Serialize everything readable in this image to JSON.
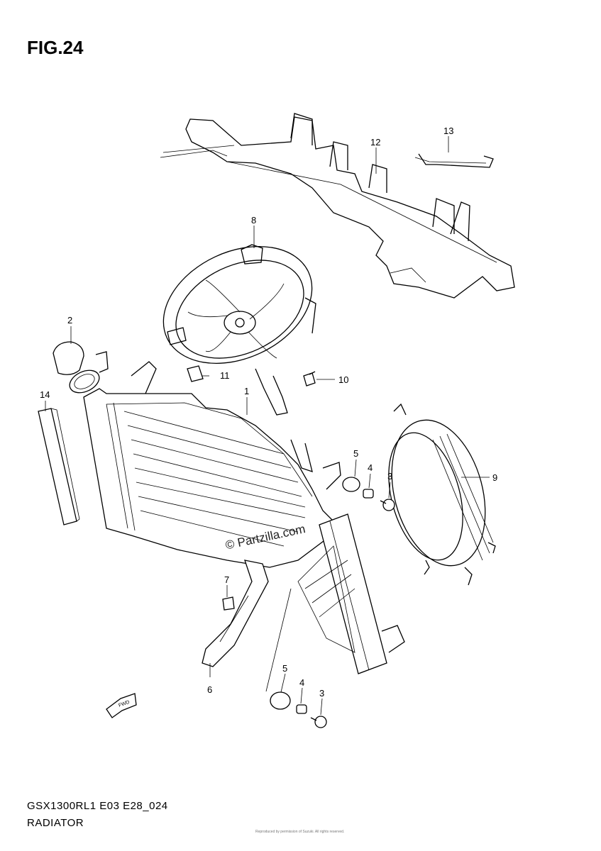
{
  "figure": {
    "title": "FIG.24",
    "model_code": "GSX1300RL1 E03 E28_024",
    "section_name": "RADIATOR",
    "watermark": "© Partzilla.com",
    "copyright_note": "Reproduced by permission of Suzuki. All rights reserved."
  },
  "arrow_label": "FWD",
  "callouts": [
    "1",
    "2",
    "3",
    "3",
    "4",
    "4",
    "5",
    "5",
    "6",
    "7",
    "8",
    "9",
    "10",
    "11",
    "12",
    "13",
    "14"
  ]
}
